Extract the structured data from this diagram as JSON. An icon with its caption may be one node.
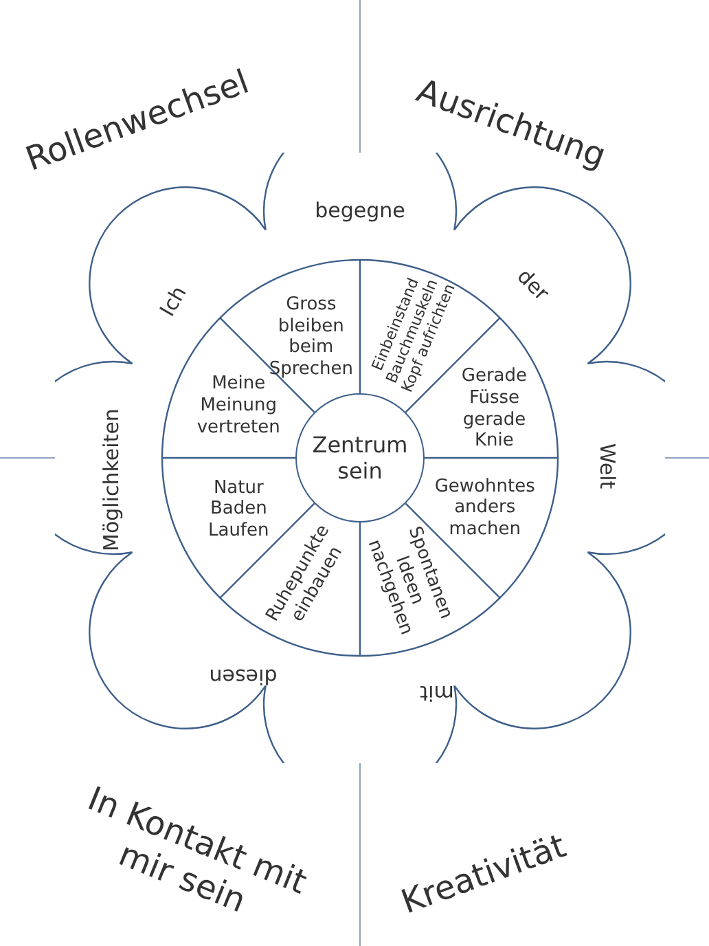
{
  "diagram": {
    "nodes": [
      {
        "text": [
          "Ich",
          "begegne",
          "der",
          "Welt",
          "mit",
          "diesen",
          "Möglichkeiten"
        ]
      },
      {
        "text": [],
        "shape": "circle",
        "in": 0
      },
      {
        "text": [
          "Gross bleiben beim Sprechen"
        ],
        "in": 1
      },
      {
        "text": [
          "Einbeinstand Bauchmuskeln Kopf aufrichten"
        ],
        "in": 1
      },
      {
        "text": [
          "Gerade Füsse gerade Knie"
        ],
        "in": 1
      },
      {
        "text": [
          "Gewohntes anders machen"
        ],
        "in": 1
      },
      {
        "text": [
          "Spontanen Ideen nachgehen"
        ],
        "in": 1
      },
      {
        "text": [
          "Ruhepunkte einbauen"
        ],
        "in": 1
      },
      {
        "text": [
          "Natur Baden Laufen"
        ],
        "in": 1
      },
      {
        "text": [
          "Meine Meinung vertreten"
        ],
        "in": 1
      },
      {
        "text": [
          "Zentrum sein"
        ],
        "in": 1
      }
    ],
    "labels": [
      "Rollenwechsel",
      "Ausrichtung",
      "In Kontakt mit mir sein",
      "Kreativität"
    ]
  }
}
